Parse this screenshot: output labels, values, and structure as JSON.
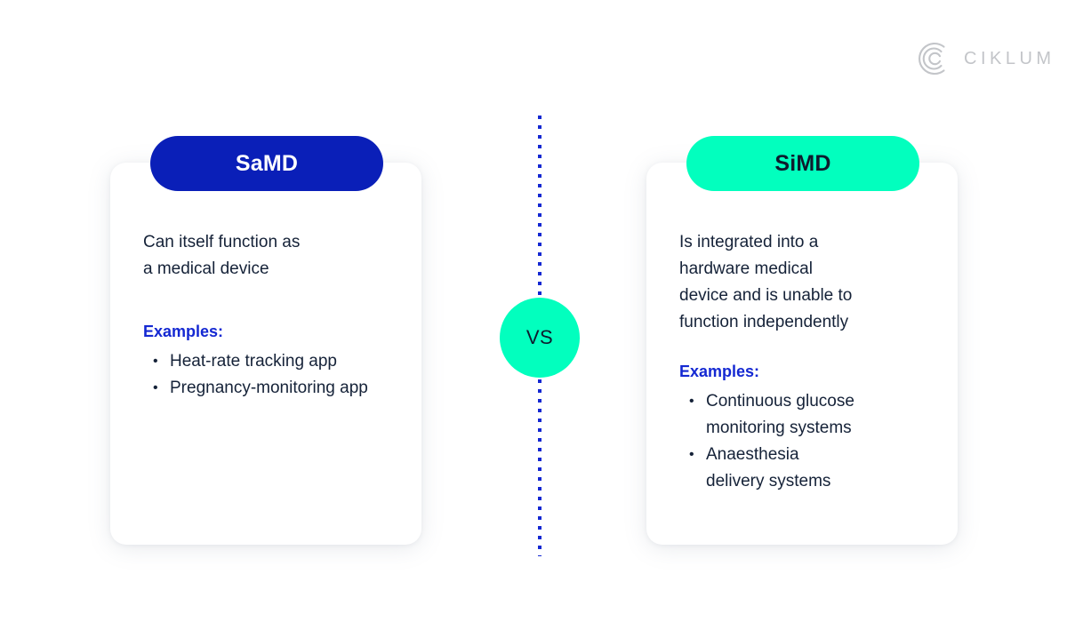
{
  "brand": {
    "name": "CIKLUM",
    "logo_icon": "ciklum-arc-c-logo-icon"
  },
  "center": {
    "vs_label": "VS",
    "divider_icon": "vertical-dotted-divider-icon",
    "divider_color": "#1428d2",
    "vs_background_color": "#02ffbe"
  },
  "cards": [
    {
      "id": "samd",
      "title": "SaMD",
      "pill_background_color": "#0a1fb8",
      "pill_text_color": "#ffffff",
      "description": "Can itself function as\na medical device",
      "examples_label": "Examples:",
      "examples": [
        "Heat-rate tracking app",
        "Pregnancy-monitoring app"
      ]
    },
    {
      "id": "simd",
      "title": "SiMD",
      "pill_background_color": "#02ffbe",
      "pill_text_color": "#0e1b2e",
      "description": "Is integrated into a\nhardware medical\ndevice and is unable to\nfunction independently",
      "examples_label": "Examples:",
      "examples": [
        "Continuous glucose\nmonitoring systems",
        "Anaesthesia\ndelivery systems"
      ]
    }
  ],
  "colors": {
    "body_text": "#152238",
    "accent_blue": "#1428d2",
    "deep_blue": "#0a1fb8",
    "mint": "#02ffbe",
    "background": "#ffffff"
  }
}
